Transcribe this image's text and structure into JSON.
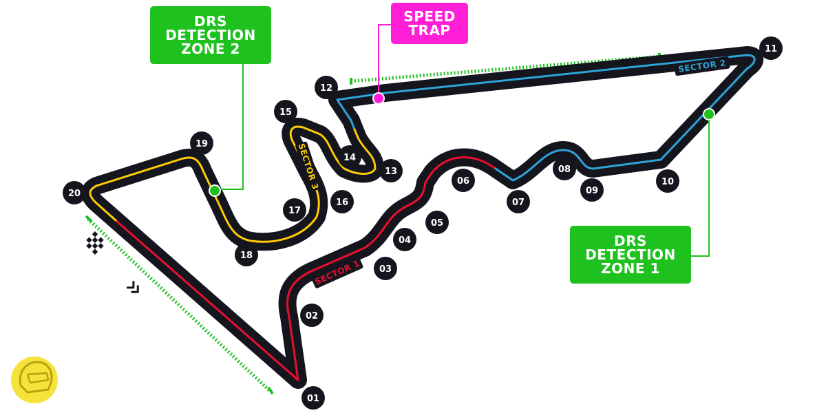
{
  "track": {
    "colors": {
      "asphalt": "#15151e",
      "sector1": "#e8102e",
      "sector2": "#2fa4d8",
      "sector3": "#ffcc00",
      "drs_zone": "#1fc11f",
      "speed_trap": "#ff1fd6"
    },
    "sectors": [
      {
        "id": "sector1",
        "label": "SECTOR 1"
      },
      {
        "id": "sector2",
        "label": "SECTOR 2"
      },
      {
        "id": "sector3",
        "label": "SECTOR 3"
      }
    ],
    "turns": [
      "01",
      "02",
      "03",
      "04",
      "05",
      "06",
      "07",
      "08",
      "09",
      "10",
      "11",
      "12",
      "13",
      "14",
      "15",
      "16",
      "17",
      "18",
      "19",
      "20"
    ]
  },
  "callouts": {
    "drs_zone_2": {
      "lines": [
        "DRS",
        "DETECTION",
        "ZONE 2"
      ],
      "color": "#1fc11f"
    },
    "drs_zone_1": {
      "lines": [
        "DRS",
        "DETECTION",
        "ZONE 1"
      ],
      "color": "#1fc11f"
    },
    "speed_trap": {
      "lines": [
        "SPEED",
        "TRAP"
      ],
      "color": "#ff1fd6"
    }
  },
  "icons": {
    "start_flag": "checkered-flag-icon",
    "direction": "double-chevron-icon",
    "logo": "helmet-logo-icon"
  }
}
